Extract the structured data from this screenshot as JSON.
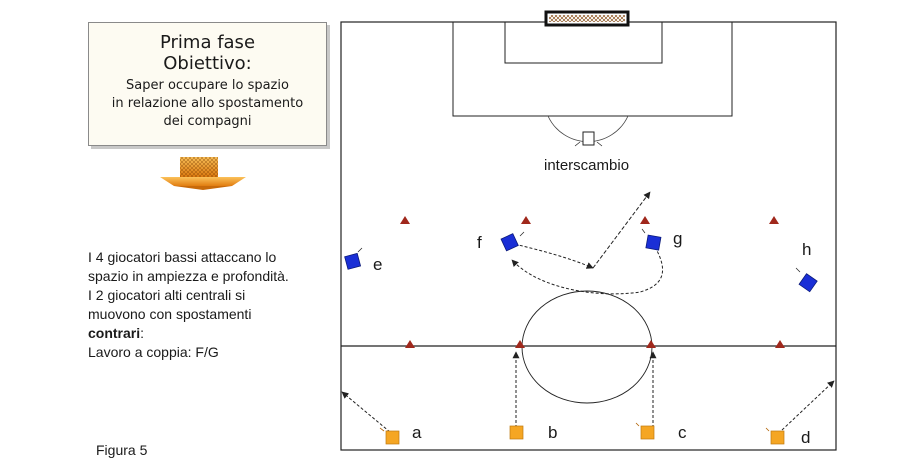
{
  "title_box": {
    "line1": "Prima fase",
    "line2": "Obiettivo:",
    "line3": "Saper occupare lo spazio",
    "line4": "in relazione allo spostamento",
    "line5": "dei compagni"
  },
  "description": {
    "line1": "I 4 giocatori bassi attaccano lo",
    "line2": "spazio in ampiezza e profondità.",
    "line3": "I 2 giocatori alti  centrali si",
    "line4": "muovono con spostamenti",
    "line5": "contrari",
    "line5_suffix": ":",
    "line6": "Lavoro a coppia: F/G"
  },
  "figure_caption": "Figura 5",
  "field": {
    "interchange_label": "interscambio",
    "players": {
      "a": "a",
      "b": "b",
      "c": "c",
      "d": "d",
      "e": "e",
      "f": "f",
      "g": "g",
      "h": "h"
    },
    "colors": {
      "blue_player": "#1a2fd6",
      "orange_player": "#f5a623",
      "cone": "#a0281c",
      "arrow_orange": "#f08c14",
      "line": "#222222"
    }
  }
}
